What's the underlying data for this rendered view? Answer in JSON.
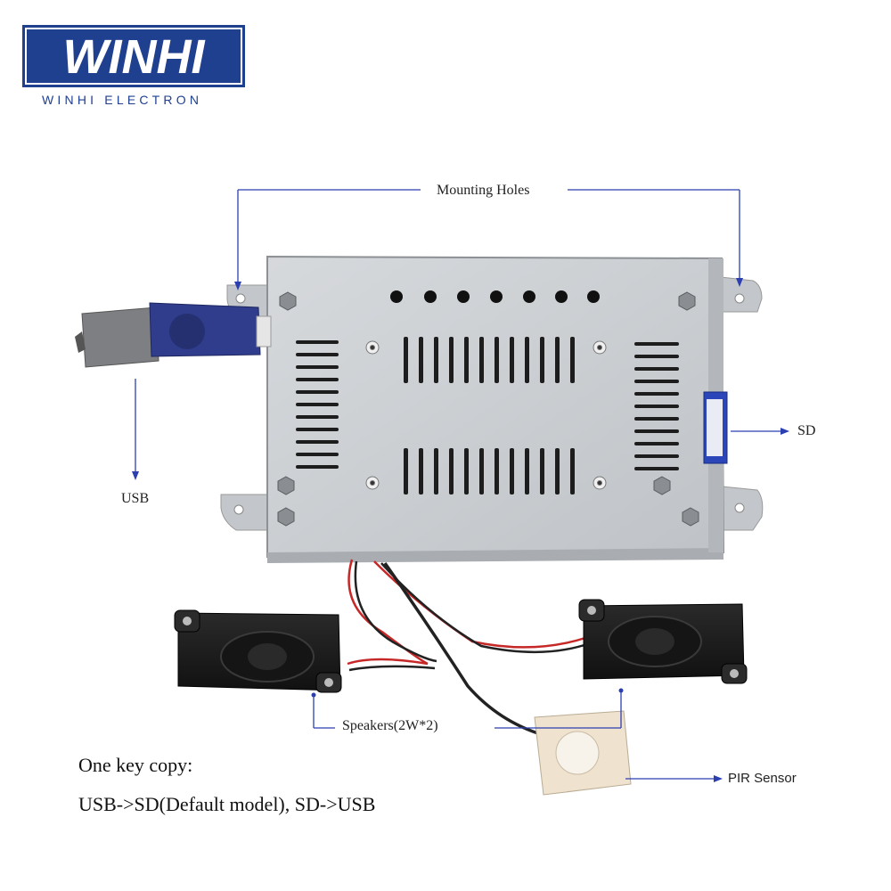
{
  "logo": {
    "wordmark": "WINHI",
    "subtitle": "WINHI ELECTRON",
    "brand_color": "#1f3f8f"
  },
  "callouts": {
    "mounting_holes": "Mounting Holes",
    "sd": "SD",
    "usb": "USB",
    "speakers": "Speakers(2W*2)",
    "pir_sensor": "PIR Sensor"
  },
  "caption": {
    "line1": "One key copy:",
    "line2": "USB->SD(Default model), SD->USB"
  },
  "colors": {
    "leader_line": "#2b3fb0",
    "enclosure": "#c9ccd0",
    "usb_body": "#2f3d8c",
    "speaker": "#1c1c1c",
    "wire_red": "#c62828",
    "sensor": "#efe3cf"
  }
}
